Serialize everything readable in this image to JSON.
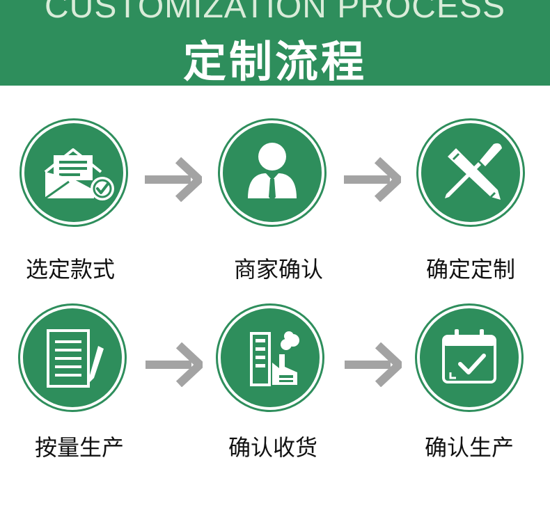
{
  "banner": {
    "title_en": "CUSTOMIZATION PROCESS",
    "title_cn": "定制流程"
  },
  "colors": {
    "brand_green": "#2e8e5c",
    "arrow_gray": "#a3a3a3"
  },
  "steps": [
    {
      "label": "选定款式",
      "icon": "envelope-check-icon"
    },
    {
      "label": "商家确认",
      "icon": "person-icon"
    },
    {
      "label": "确定定制",
      "icon": "tools-icon"
    },
    {
      "label": "按量生产",
      "icon": "document-pen-icon"
    },
    {
      "label": "确认收货",
      "icon": "factory-icon"
    },
    {
      "label": "确认生产",
      "icon": "calendar-check-icon"
    }
  ]
}
